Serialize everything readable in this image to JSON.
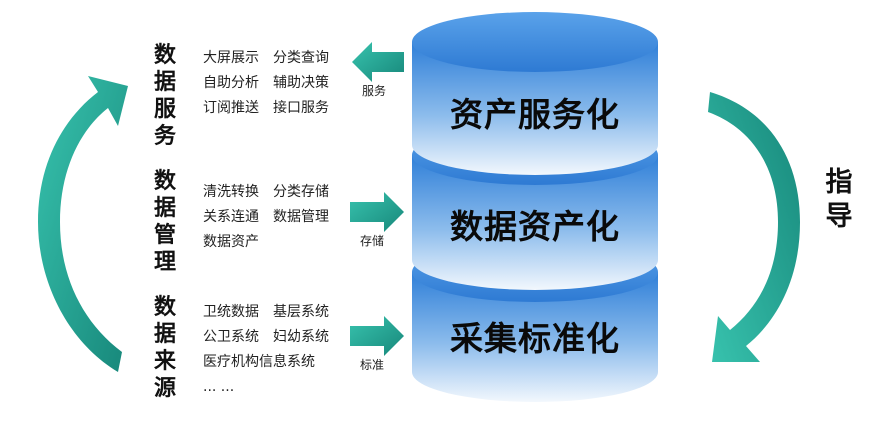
{
  "sections": [
    {
      "label_chars": [
        "数",
        "据",
        "服",
        "务"
      ],
      "items": [
        [
          "大屏展示",
          "分类查询"
        ],
        [
          "自助分析",
          "辅助决策"
        ],
        [
          "订阅推送",
          "接口服务"
        ]
      ],
      "arrow_label": "服务"
    },
    {
      "label_chars": [
        "数",
        "据",
        "管",
        "理"
      ],
      "items": [
        [
          "清洗转换",
          "分类存储"
        ],
        [
          "关系连通",
          "数据管理"
        ],
        [
          "数据资产"
        ]
      ],
      "arrow_label": "存储"
    },
    {
      "label_chars": [
        "数",
        "据",
        "来",
        "源"
      ],
      "items": [
        [
          "卫统数据",
          "基层系统"
        ],
        [
          "公卫系统",
          "妇幼系统"
        ],
        [
          "医疗机构信息系统"
        ],
        [
          "... ..."
        ]
      ],
      "arrow_label": "标准"
    }
  ],
  "layers": [
    "资产服务化",
    "数据资产化",
    "采集标准化"
  ],
  "guide_chars": [
    "指",
    "导"
  ],
  "colors": {
    "arrow_teal": "#2fb8a4",
    "arrow_teal_dark": "#1d8f7e",
    "cylinder_top": "#4a90e0",
    "cylinder_bottom": "#e9f2fb"
  }
}
